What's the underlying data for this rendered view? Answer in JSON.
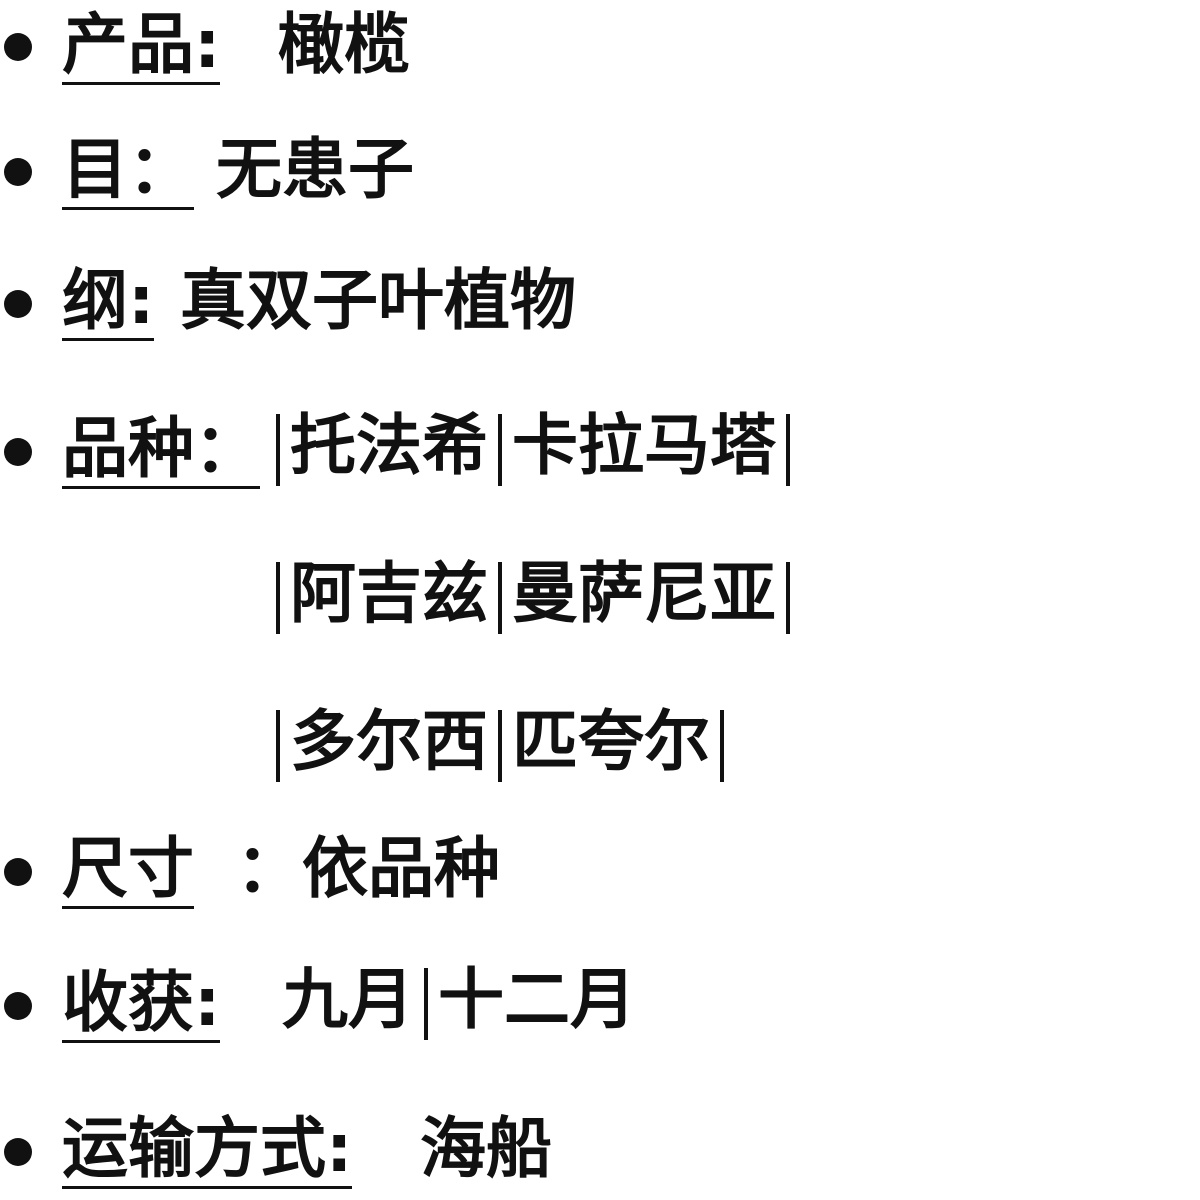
{
  "items": [
    {
      "label": "产品:",
      "value": "橄榄"
    },
    {
      "label": "目：",
      "value": "无患子"
    },
    {
      "label": "纲:",
      "value": "真双子叶植物"
    },
    {
      "label": "品种：",
      "varieties": [
        [
          "托法希",
          "卡拉马塔"
        ],
        [
          "阿吉兹",
          "曼萨尼亚"
        ],
        [
          "多尔西",
          "匹夸尔"
        ]
      ]
    },
    {
      "label": "尺寸",
      "value": "：依品种"
    },
    {
      "label": "收获:",
      "value_parts": [
        "九月",
        "十二月"
      ]
    },
    {
      "label": "运输方式:",
      "value": "海船"
    }
  ]
}
